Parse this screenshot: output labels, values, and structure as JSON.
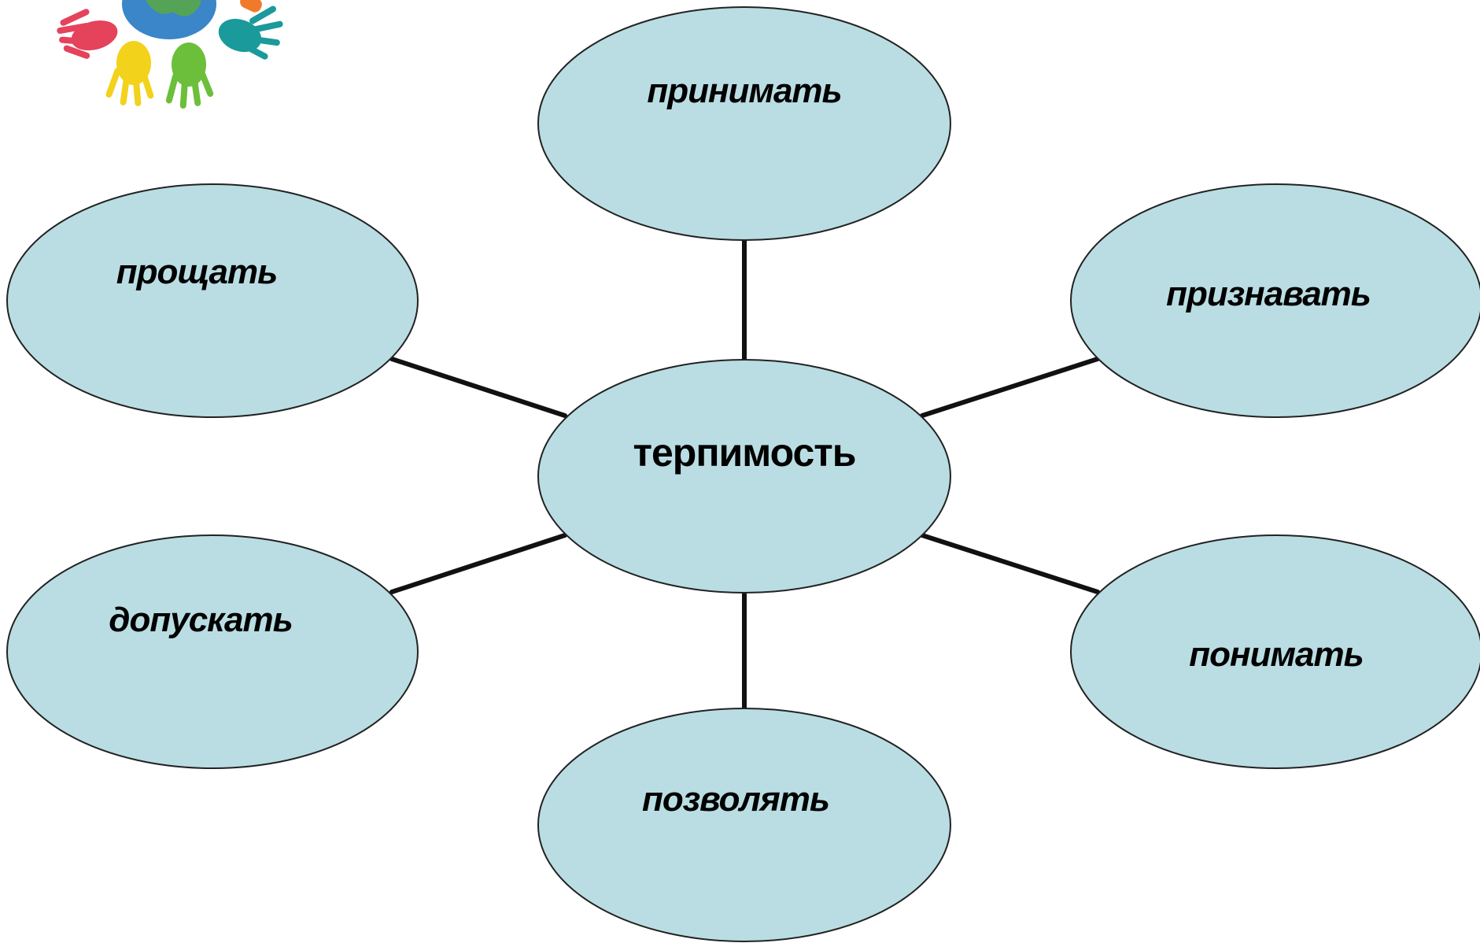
{
  "diagram": {
    "center": {
      "label": "терпимость"
    },
    "nodes": [
      {
        "id": "top",
        "label": "принимать"
      },
      {
        "id": "upper-left",
        "label": "прощать"
      },
      {
        "id": "upper-right",
        "label": "признавать"
      },
      {
        "id": "lower-left",
        "label": "допускать"
      },
      {
        "id": "lower-right",
        "label": "понимать"
      },
      {
        "id": "bottom",
        "label": "позволять"
      }
    ]
  },
  "logo": {
    "icon": "hands-around-globe-logo"
  },
  "colors": {
    "node_fill": "#b9dde2",
    "node_stroke": "#222222",
    "connector": "#111111",
    "background": "#ffffff",
    "hand_red": "#e5425c",
    "hand_yellow": "#f2d21b",
    "hand_green": "#6cbf3a",
    "hand_teal": "#1a9a9a",
    "hand_orange": "#f07a2a",
    "globe": "#3a86c8"
  }
}
